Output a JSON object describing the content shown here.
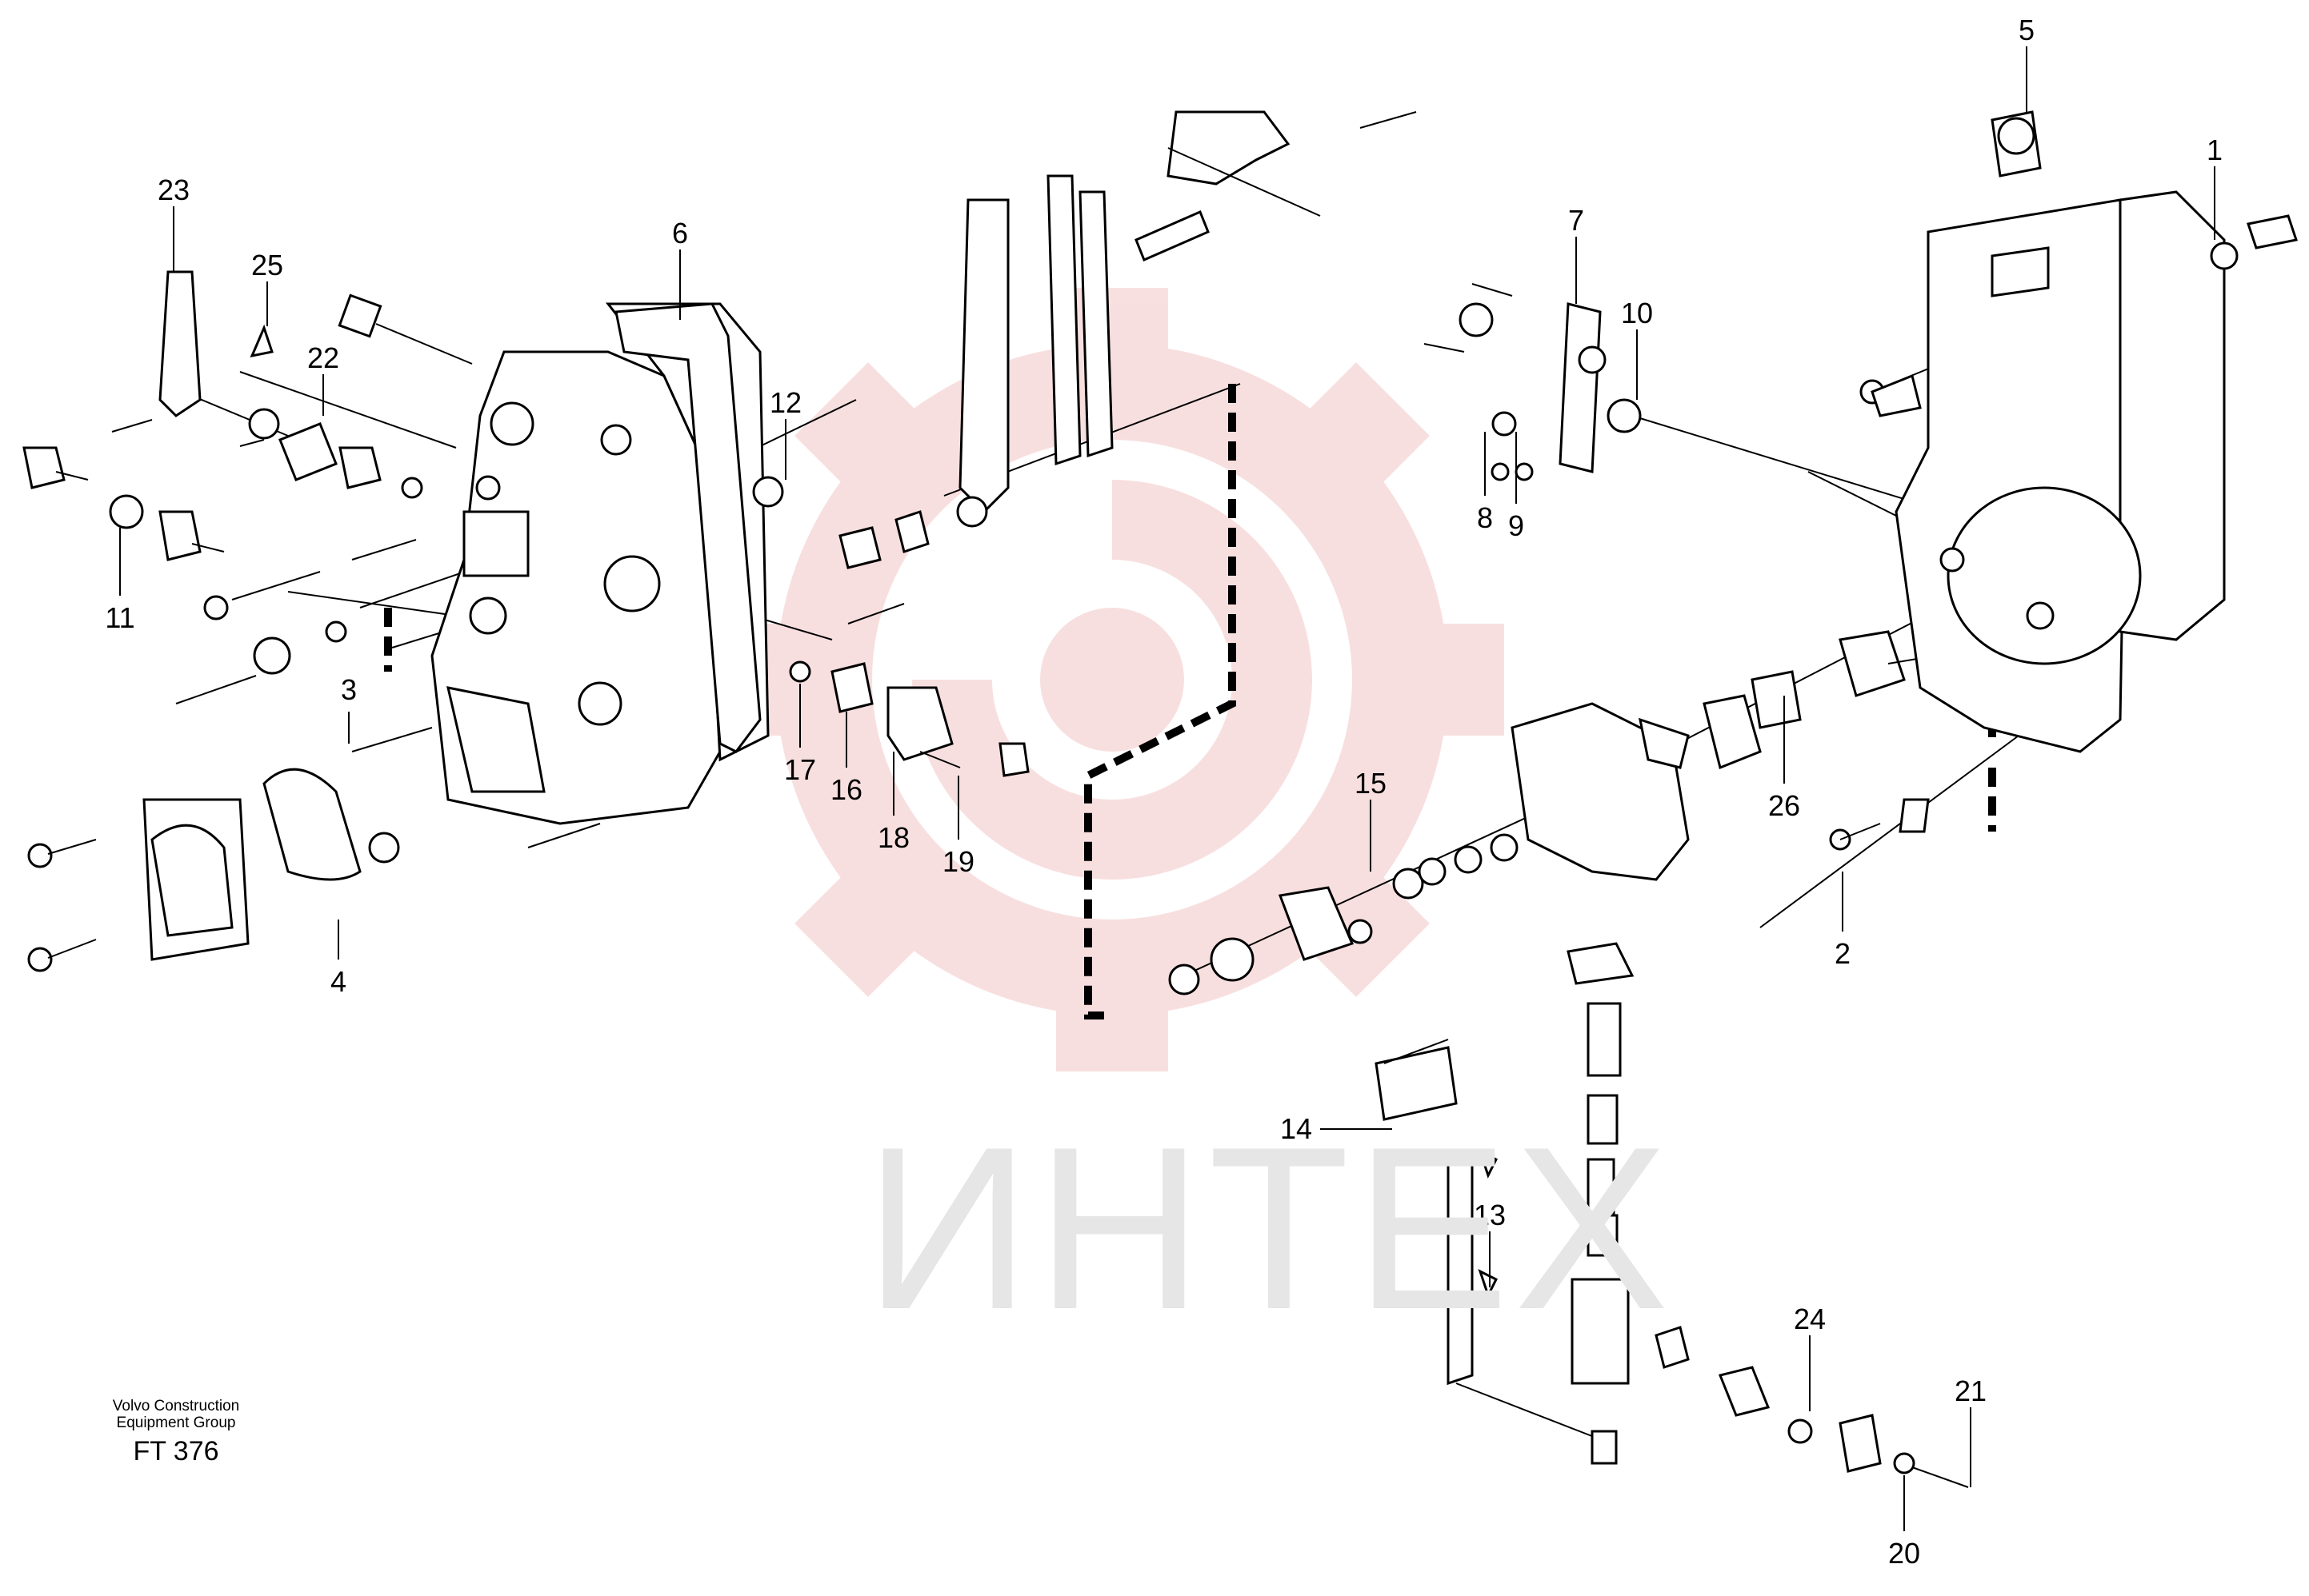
{
  "watermark": {
    "text": "ИНТЕХ",
    "logo": "gear-logo",
    "logo_color": "#f4c6c6"
  },
  "footer": {
    "org_line1": "Volvo Construction",
    "org_line2": "Equipment Group",
    "code": "FT 376"
  },
  "callouts": {
    "c1": "1",
    "c2": "2",
    "c3": "3",
    "c4": "4",
    "c5": "5",
    "c6": "6",
    "c7": "7",
    "c8": "8",
    "c9": "9",
    "c10": "10",
    "c11": "11",
    "c12": "12",
    "c13": "13",
    "c14": "14",
    "c15": "15",
    "c16": "16",
    "c17": "17",
    "c18": "18",
    "c19": "19",
    "c20": "20",
    "c21": "21",
    "c22": "22",
    "c23": "23",
    "c24": "24",
    "c25": "25",
    "c26": "26"
  }
}
